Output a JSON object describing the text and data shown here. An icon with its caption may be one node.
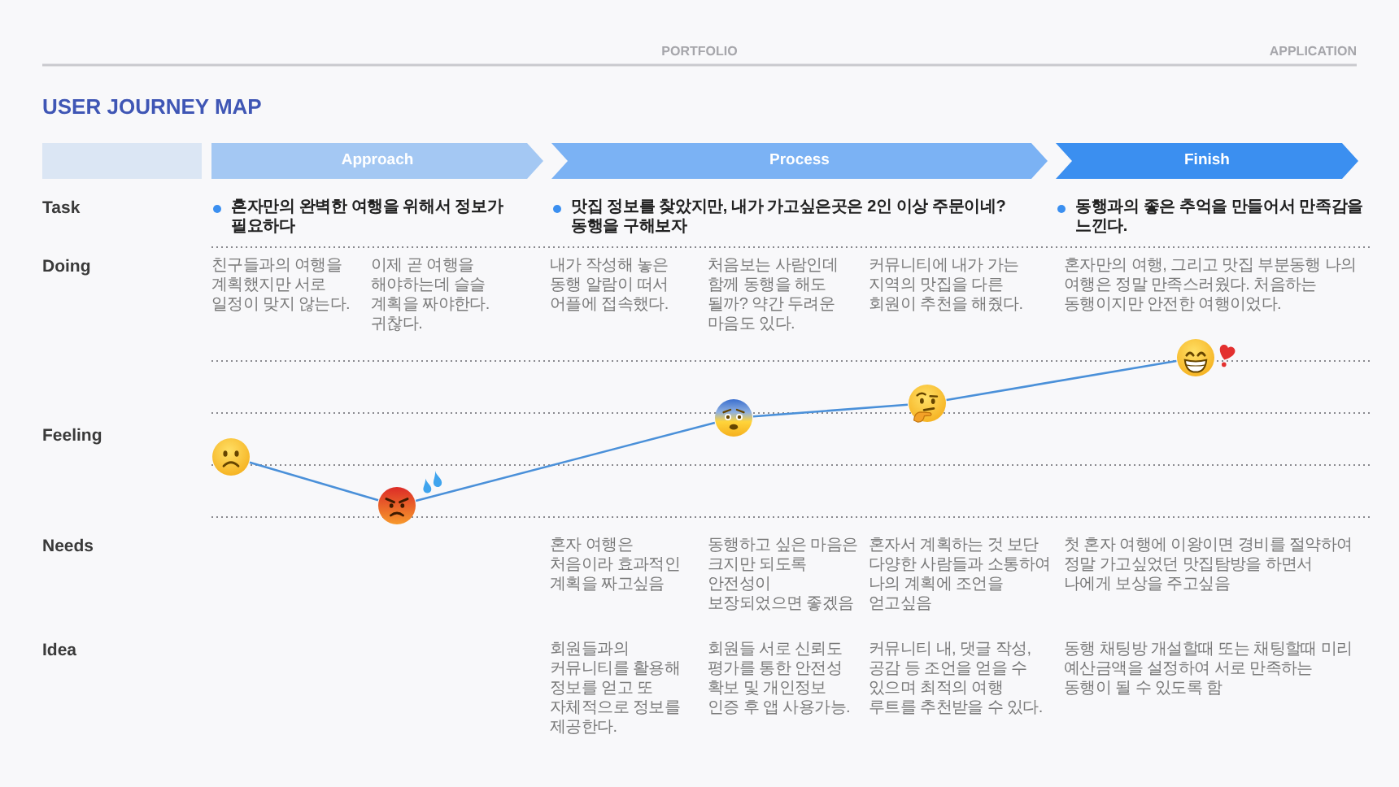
{
  "diagram": {
    "title": "USER JOURNEY MAP",
    "nodes": [
      {
        "text": [],
        "shape": "box"
      },
      {
        "text": [
          "Approach"
        ]
      },
      {
        "text": [
          "Process"
        ]
      },
      {
        "text": [
          "Finish"
        ]
      },
      {
        "text": [],
        "shape": "picture"
      },
      {
        "text": [],
        "shape": "picture"
      },
      {
        "text": [],
        "shape": "picture"
      },
      {
        "text": [],
        "shape": "picture"
      },
      {
        "text": [],
        "shape": "picture"
      }
    ],
    "edges": [
      {
        "from": 4,
        "to": 5,
        "arrow": "none"
      },
      {
        "from": 5,
        "to": 6,
        "arrow": "none"
      },
      {
        "from": 6,
        "to": 7,
        "arrow": "none"
      },
      {
        "from": 7,
        "to": 8,
        "arrow": "none"
      }
    ],
    "labels": [
      "PORTFOLIO",
      "APPLICATION",
      "Task",
      "혼자만의 완벽한 여행을 위해서 정보가 필요하다",
      "맛집 정보를 찾았지만, 내가 가고싶은곳은 2인 이상 주문이네? 동행을 구해보자",
      "동행과의 좋은 추억을 만들어서 만족감을 느낀다.",
      "Doing",
      "친구들과의 여행을 계획했지만 서로 일정이 맞지 않는다.",
      "이제 곧 여행을 해야하는데 슬슬 계획을 짜야한다. 귀찮다.",
      "내가 작성해 놓은 동행 알람이 떠서 어플에 접속했다.",
      "처음보는 사람인데 함께 동행을 해도 될까? 약간 두려운 마음도 있다.",
      "커뮤니티에 내가 가는 지역의 맛집을 다른 회원이 추천을 해줬다.",
      "혼자만의 여행, 그리고 맛집 부분동행 나의 여행은 정말 만족스러웠다. 처음하는 동행이지만 안전한 여행이었다.",
      "Feeling",
      "Needs",
      "혼자 여행은 처음이라 효과적인 계획을 짜고싶음",
      "동행하고 싶은 마음은 크지만 되도록 안전성이 보장되었으면 좋겠음",
      "혼자서 계획하는 것 보단 다양한 사람들과 소통하여 나의 계획에 조언을 얻고싶음",
      "첫 혼자 여행에 이왕이면 경비를 절약하여 정말 가고싶었던 맛집탐방을 하면서 나에게 보상을 주고싶음",
      "Idea",
      "회원들과의 커뮤니티를 활용해 정보를 얻고 또 자체적으로 정보를 제공한다.",
      "회원들 서로 신뢰도 평가를 통한 안전성 확보 및 개인정보 인증 후 앱 사용가능.",
      "커뮤니티 내, 댓글 작성, 공감 등 조언을 얻을 수 있으며 최적의 여행 루트를 추천받을 수 있다.",
      "동행 채팅방 개설할때 또는 채팅할때 미리 예산금액을 설정하여 서로 만족하는 동행이 될 수 있도록 함"
    ]
  }
}
